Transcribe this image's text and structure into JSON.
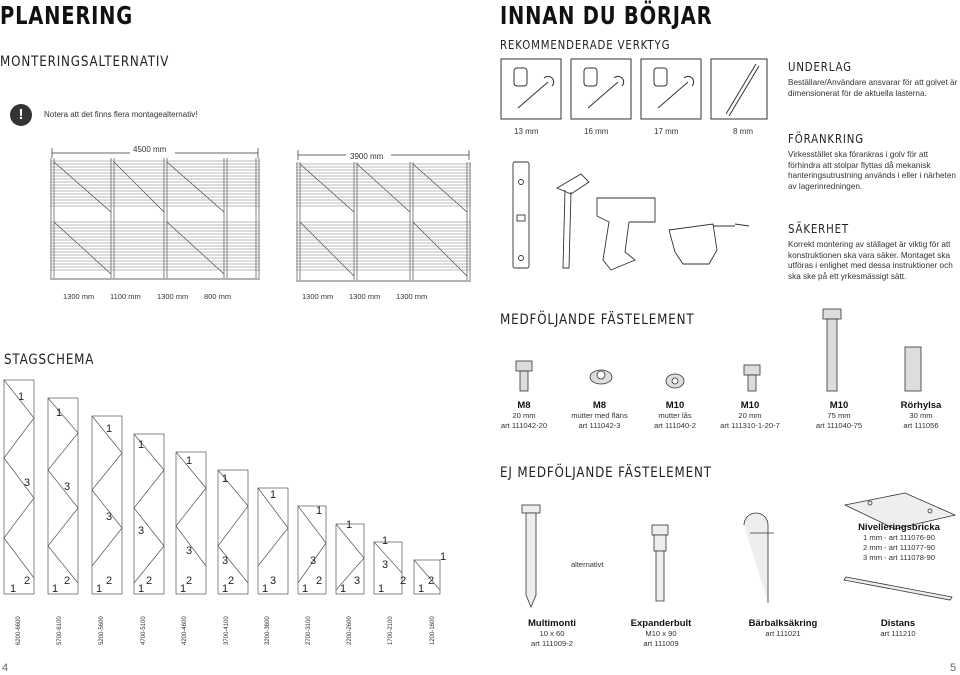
{
  "left": {
    "title": "PLANERING",
    "subtitle": "MONTERINGSALTERNATIV",
    "note": "Notera att det finns flera montagealternativ!",
    "alt1": {
      "width": "4500 mm",
      "bays": [
        "1300 mm",
        "1100 mm",
        "1300 mm",
        "800 mm"
      ]
    },
    "alt2": {
      "width": "3900 mm",
      "bays": [
        "1300 mm",
        "1300 mm",
        "1300 mm"
      ]
    },
    "stagschema": {
      "title": "STAGSCHEMA",
      "heights": [
        "6200-6600",
        "5700-6100",
        "5200-5600",
        "4700-5100",
        "4200-4600",
        "3700-4100",
        "3200-3600",
        "2700-3100",
        "2200-2600",
        "1700-2100",
        "1200-1600"
      ]
    },
    "page_number": "4"
  },
  "right": {
    "title": "INNAN DU BÖRJAR",
    "tools_title": "REKOMMENDERADE VERKTYG",
    "tools": [
      "13 mm",
      "16 mm",
      "17 mm",
      "8 mm"
    ],
    "underlag": {
      "title": "UNDERLAG",
      "text": "Beställare/Användare ansvarar för att golvet är dimensionerat för de aktuella lasterna."
    },
    "forankring": {
      "title": "FÖRANKRING",
      "text": "Virkesstället ska förankras i golv för att förhindra att stolpar flyttas då mekanisk hanteringsutrustning används i eller i närheten av lagerinredningen."
    },
    "sakerhet": {
      "title": "SÄKERHET",
      "text": "Korrekt montering av ställaget är viktig för att konstruktionen ska vara säker. Montaget ska utföras i enlighet med dessa instruktioner och ska ske på ett yrkesmässigt sätt."
    },
    "included_title": "MEDFÖLJANDE FÄSTELEMENT",
    "included": [
      {
        "name": "M8",
        "l1": "20 mm",
        "l2": "art 111042-20"
      },
      {
        "name": "M8",
        "l1": "mutter med fläns",
        "l2": "art 111042-3"
      },
      {
        "name": "M10",
        "l1": "mutter lås",
        "l2": "art 111040-2"
      },
      {
        "name": "M10",
        "l1": "20 mm",
        "l2": "art 111310-1-20-7"
      },
      {
        "name": "M10",
        "l1": "75 mm",
        "l2": "art 111040-75"
      },
      {
        "name": "Rörhylsa",
        "l1": "30 mm",
        "l2": "art 111056"
      }
    ],
    "excluded_title": "EJ MEDFÖLJANDE FÄSTELEMENT",
    "alternativt": "alternativt",
    "bricka": {
      "name": "Nivelleringsbricka",
      "rows": [
        "1 mm - art 111076-90",
        "2 mm - art 111077-90",
        "3 mm - art 111078-90"
      ]
    },
    "excluded": [
      {
        "name": "Multimonti",
        "l1": "10 x 60",
        "l2": "art 111009-2"
      },
      {
        "name": "Expanderbult",
        "l1": "M10 x 90",
        "l2": "art 111009"
      },
      {
        "name": "Bärbalksäkring",
        "l1": "art 111021",
        "l2": ""
      },
      {
        "name": "Distans",
        "l1": "art 111210",
        "l2": ""
      }
    ],
    "page_number": "5"
  }
}
